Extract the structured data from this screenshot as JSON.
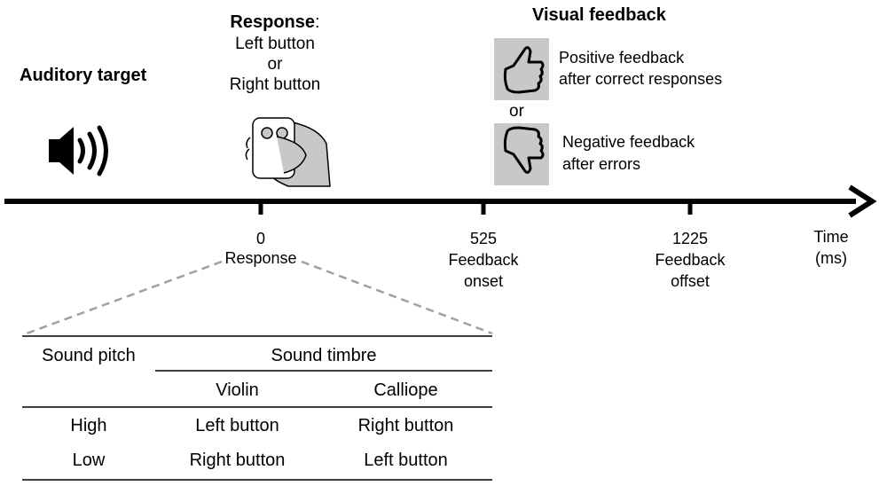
{
  "auditory": {
    "title": "Auditory target",
    "icon": "speaker-icon"
  },
  "response": {
    "title": "Response",
    "colon": ":",
    "line1": "Left button",
    "line2": "or",
    "line3": "Right button",
    "icon": "hand-pressing-button-box-icon"
  },
  "visual": {
    "title": "Visual feedback",
    "positive": {
      "line1": "Positive feedback",
      "line2": "after correct responses",
      "icon": "thumbs-up-icon"
    },
    "or": "or",
    "negative": {
      "line1": "Negative feedback",
      "line2": "after errors",
      "icon": "thumbs-down-icon"
    }
  },
  "timeline": {
    "ticks": [
      {
        "value": "0",
        "label1": "Response",
        "label2": ""
      },
      {
        "value": "525",
        "label1": "Feedback",
        "label2": "onset"
      },
      {
        "value": "1225",
        "label1": "Feedback",
        "label2": "offset"
      }
    ],
    "axis": {
      "line1": "Time",
      "line2": "(ms)"
    }
  },
  "table": {
    "row_header": "Sound pitch",
    "col_group": "Sound timbre",
    "col1": "Violin",
    "col2": "Calliope",
    "rows": [
      {
        "pitch": "High",
        "violin": "Left button",
        "calliope": "Right button"
      },
      {
        "pitch": "Low",
        "violin": "Right button",
        "calliope": "Left button"
      }
    ]
  },
  "colors": {
    "icon_bg": "#c8c8c8",
    "dashed": "#a0a0a0",
    "axis": "#000000"
  }
}
